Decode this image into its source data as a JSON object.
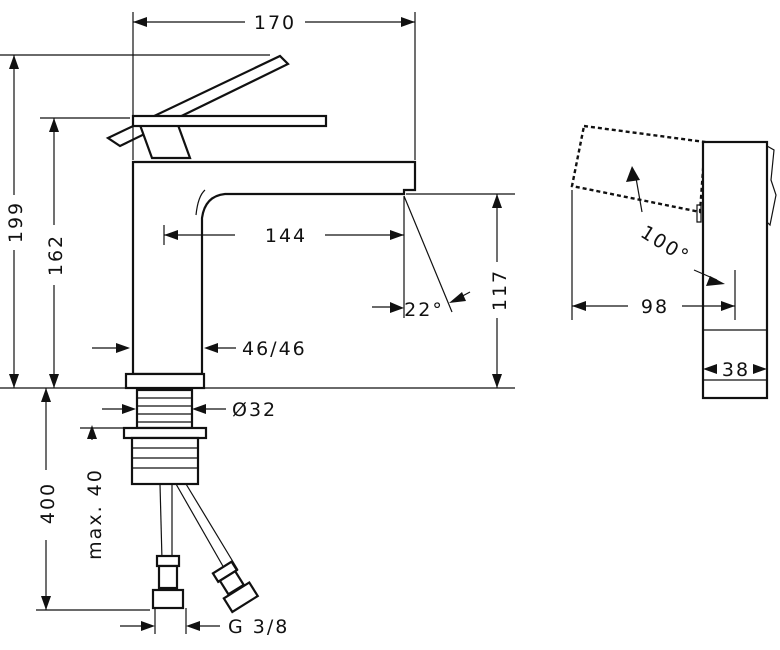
{
  "dimensions": {
    "width_total": "170",
    "height_total": "199",
    "height_lever": "162",
    "spout_reach": "144",
    "spout_angle": "22°",
    "spout_height": "117",
    "base_size": "46/46",
    "shank_diameter": "Ø32",
    "hose_length": "400",
    "max_deck": "max. 40",
    "connection": "G 3/8",
    "lever_angle": "100°",
    "side_reach": "98",
    "side_width": "38"
  }
}
